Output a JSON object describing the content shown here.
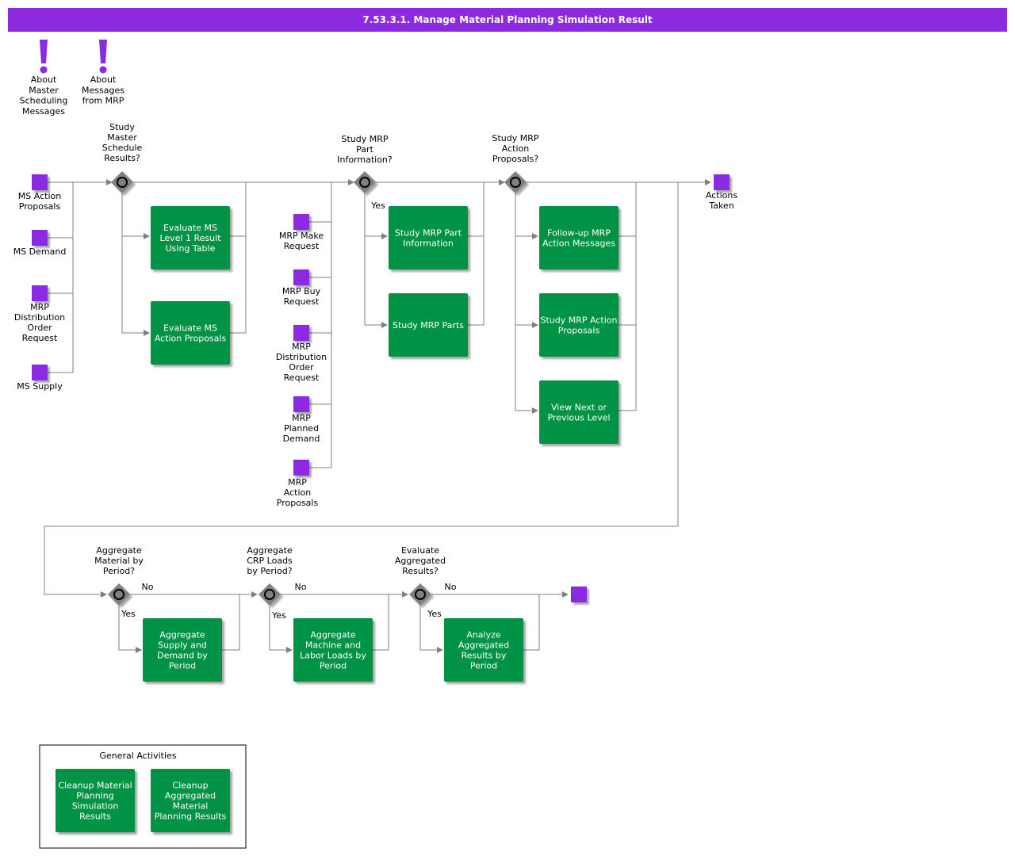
{
  "header": {
    "title": "7.53.3.1. Manage Material Planning Simulation Result",
    "bar_color": "#8a2be2"
  },
  "colors": {
    "activity": "#009245",
    "event": "#8a2be2",
    "gateway": "#808080",
    "connector": "#808080"
  },
  "notes": [
    {
      "icon": "exclamation-icon",
      "label": [
        "About",
        "Master",
        "Scheduling",
        "Messages"
      ]
    },
    {
      "icon": "exclamation-icon",
      "label": [
        "About",
        "Messages",
        "from MRP"
      ]
    }
  ],
  "events": [
    {
      "label": [
        "MS Action",
        "Proposals"
      ]
    },
    {
      "label": [
        "MS Demand"
      ]
    },
    {
      "label": [
        "MRP",
        "Distribution",
        "Order",
        "Request"
      ]
    },
    {
      "label": [
        "MS Supply"
      ]
    },
    {
      "label": [
        "MRP Make",
        "Request"
      ]
    },
    {
      "label": [
        "MRP Buy",
        "Request"
      ]
    },
    {
      "label": [
        "MRP",
        "Distribution",
        "Order",
        "Request"
      ]
    },
    {
      "label": [
        "MRP",
        "Planned",
        "Demand"
      ]
    },
    {
      "label": [
        "MRP",
        "Action",
        "Proposals"
      ]
    },
    {
      "label": [
        "Actions",
        "Taken"
      ]
    },
    {
      "label": []
    }
  ],
  "gateways": [
    {
      "label": [
        "Study",
        "Master",
        "Schedule",
        "Results?"
      ]
    },
    {
      "label": [
        "Study MRP",
        "Part",
        "Information?"
      ]
    },
    {
      "label": [
        "Study MRP",
        "Action",
        "Proposals?"
      ]
    },
    {
      "label": [
        "Aggregate",
        "Material by",
        "Period?"
      ]
    },
    {
      "label": [
        "Aggregate",
        "CRP Loads",
        "by Period?"
      ]
    },
    {
      "label": [
        "Evaluate",
        "Aggregated",
        "Results?"
      ]
    }
  ],
  "activities": [
    {
      "label": [
        "Evaluate MS",
        "Level 1 Result",
        "Using Table"
      ]
    },
    {
      "label": [
        "Evaluate MS",
        "Action Proposals"
      ]
    },
    {
      "label": [
        "Study MRP Part",
        "Information"
      ]
    },
    {
      "label": [
        "Study MRP Parts"
      ]
    },
    {
      "label": [
        "Follow-up MRP",
        "Action Messages"
      ]
    },
    {
      "label": [
        "Study MRP Action",
        "Proposals"
      ]
    },
    {
      "label": [
        "View Next or",
        "Previous Level"
      ]
    },
    {
      "label": [
        "Aggregate",
        "Supply and",
        "Demand by",
        "Period"
      ]
    },
    {
      "label": [
        "Aggregate",
        "Machine and",
        "Labor Loads by",
        "Period"
      ]
    },
    {
      "label": [
        "Analyze",
        "Aggregated",
        "Results by",
        "Period"
      ]
    },
    {
      "label": [
        "Cleanup Material",
        "Planning",
        "Simulation",
        "Results"
      ]
    },
    {
      "label": [
        "Cleanup",
        "Aggregated",
        "Material",
        "Planning Results"
      ]
    }
  ],
  "flow_labels": [
    "Yes",
    "No",
    "Yes",
    "No",
    "Yes",
    "No",
    "Yes"
  ],
  "general_activities": {
    "title": "General Activities"
  }
}
